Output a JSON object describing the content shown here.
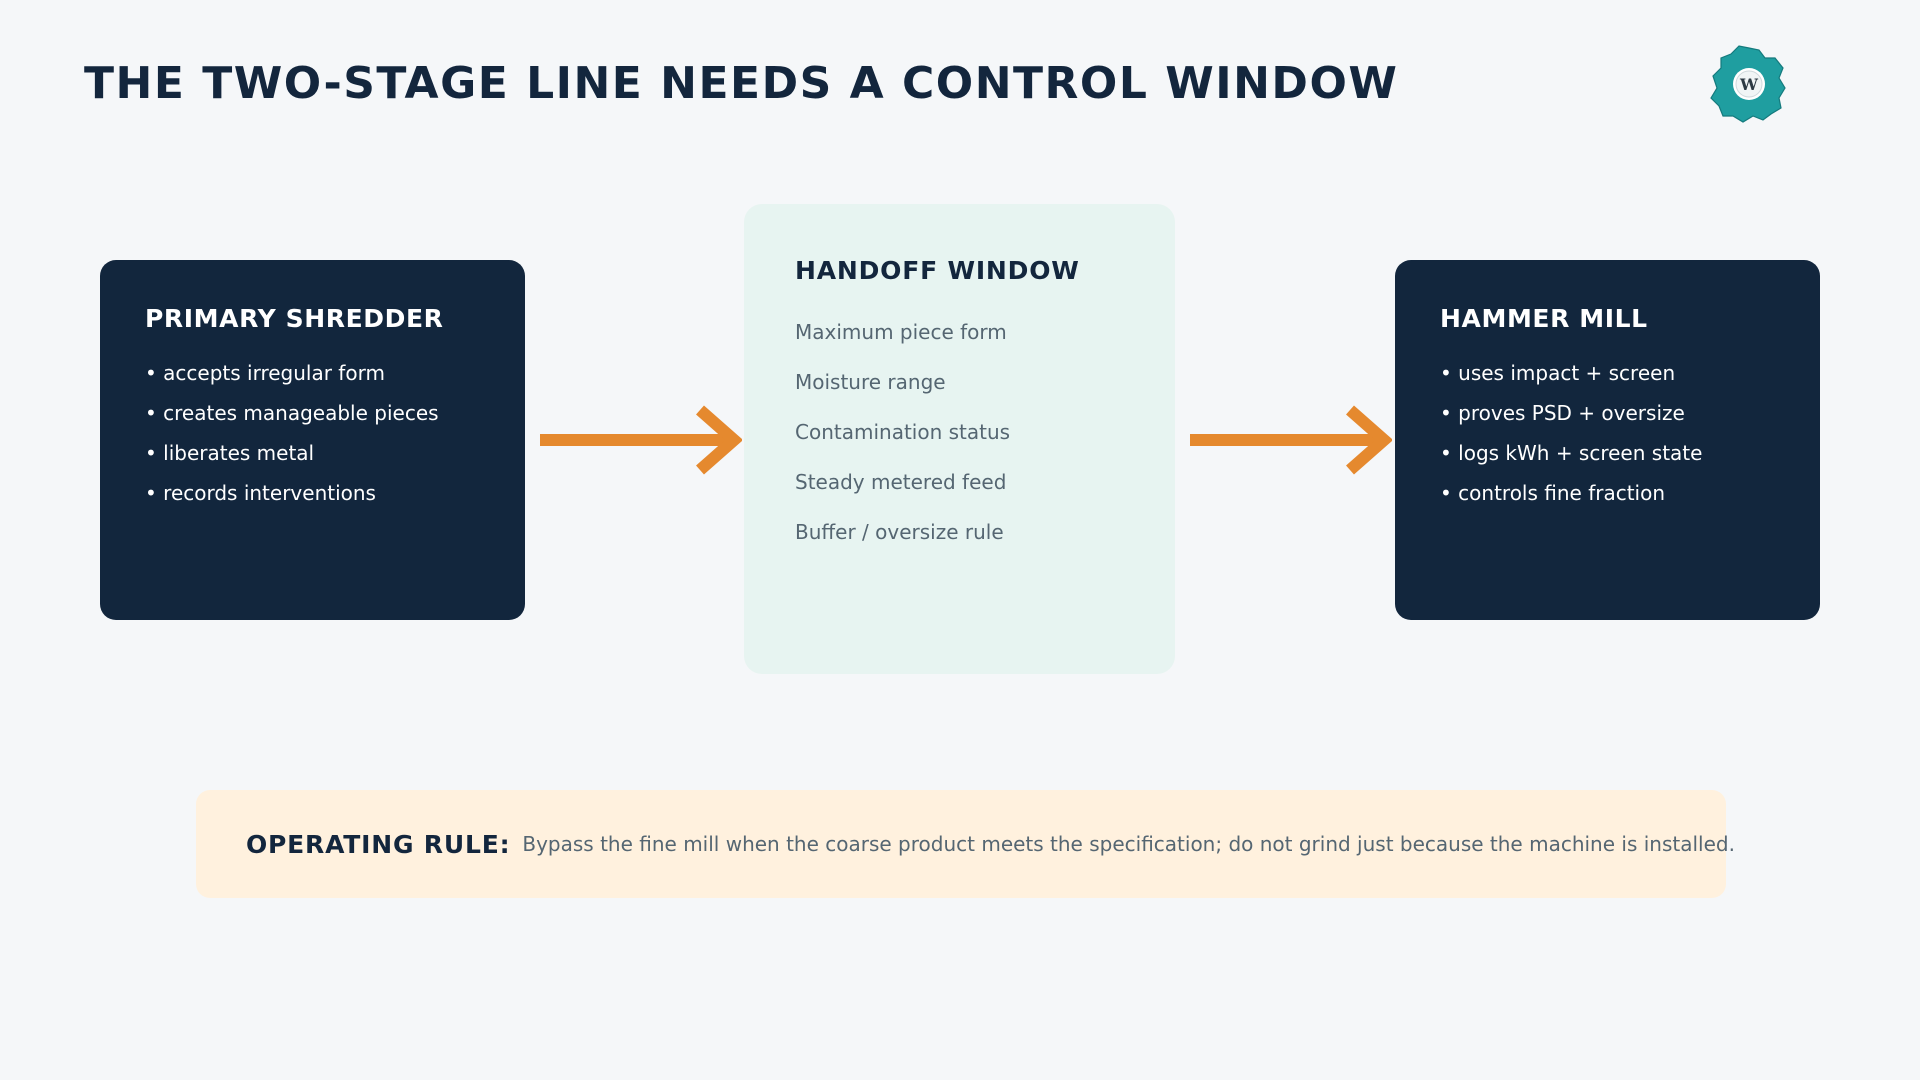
{
  "header": {
    "title": "THE TWO-STAGE LINE NEEDS A CONTROL WINDOW",
    "logo_icon": "gear-logo-icon",
    "logo_letter": "W"
  },
  "stages": {
    "primary": {
      "title": "PRIMARY SHREDDER",
      "items": [
        "accepts irregular form",
        "creates manageable pieces",
        "liberates metal",
        "records interventions"
      ]
    },
    "handoff": {
      "title": "HANDOFF WINDOW",
      "items": [
        "Maximum piece form",
        "Moisture range",
        "Contamination status",
        "Steady metered feed",
        "Buffer / oversize rule"
      ]
    },
    "secondary": {
      "title": "HAMMER MILL",
      "items": [
        "uses impact + screen",
        "proves PSD + oversize",
        "logs kWh + screen state",
        "controls fine fraction"
      ]
    }
  },
  "operating_rule": {
    "label": "OPERATING RULE:",
    "text": "Bypass the fine mill when the coarse product meets the specification; do not grind just because the machine is installed."
  },
  "colors": {
    "dark_navy": "#12263d",
    "arrow_orange": "#e5892e",
    "handoff_bg": "#e7f4f1",
    "rule_bg": "#fff1de",
    "logo_teal": "#1f9ea0"
  }
}
